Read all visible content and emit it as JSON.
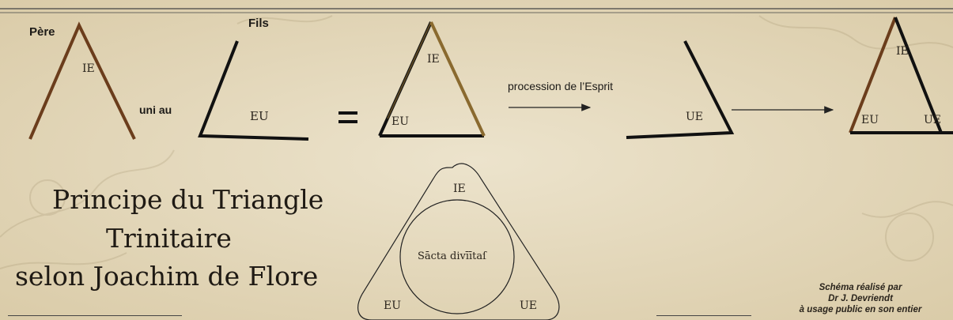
{
  "diagram": {
    "label_pere": "Père",
    "label_fils": "Fils",
    "label_uni_au": "uni au",
    "label_equals": "=",
    "label_procession": "procession de l’Esprit",
    "label_ie": "IE",
    "label_eu": "EU",
    "label_ue": "UE",
    "label_sancta": "Sācta divīītaſ",
    "colors": {
      "pere_stroke": "#6b3d1c",
      "black_stroke": "#111111",
      "gold_stroke": "#8a6a2f",
      "background": "#e7dcc1"
    }
  },
  "title": {
    "line1": "Principe du Triangle",
    "line2": "Trinitaire",
    "line3": "selon Joachim de Flore"
  },
  "credit": {
    "line1": "Schéma réalisé par",
    "line2": "Dr J. Devriendt",
    "line3": "à usage public en son entier"
  }
}
